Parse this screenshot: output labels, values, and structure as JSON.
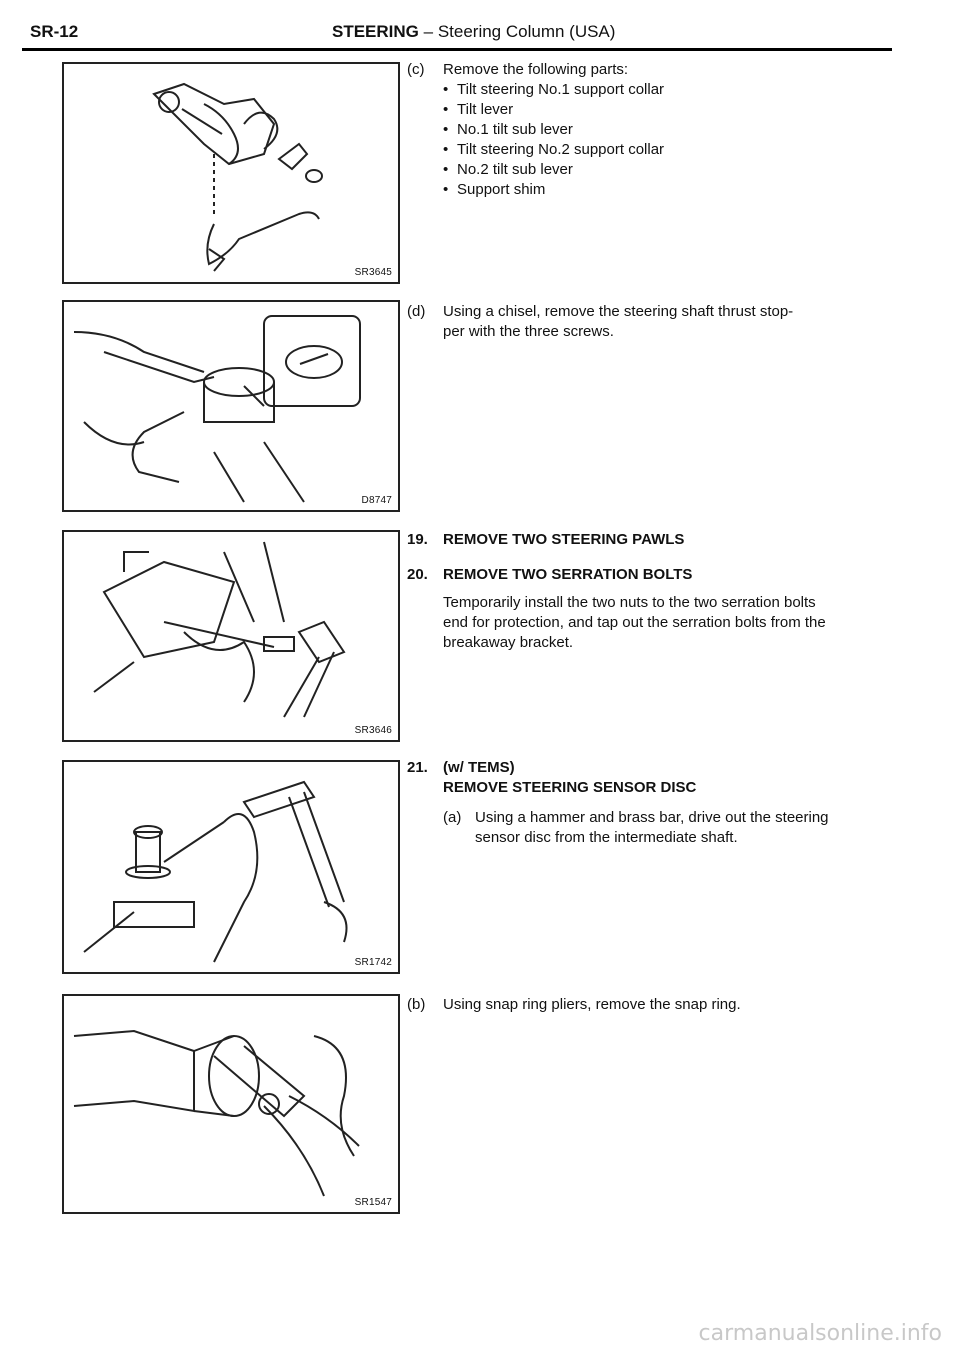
{
  "header": {
    "code": "SR-12",
    "section": "STEERING",
    "dash": " – ",
    "subtitle": "Steering Column (USA)"
  },
  "figures": [
    {
      "code": "SR3645"
    },
    {
      "code": "D8747"
    },
    {
      "code": "SR3646"
    },
    {
      "code": "SR1742"
    },
    {
      "code": "SR1547"
    }
  ],
  "step_c": {
    "label": "(c)",
    "text": "Remove the following parts:",
    "bullets": [
      "Tilt steering No.1 support collar",
      "Tilt lever",
      "No.1 tilt sub lever",
      "Tilt steering No.2 support collar",
      "No.2 tilt sub lever",
      "Support shim"
    ]
  },
  "step_d": {
    "label": "(d)",
    "line1": "Using a chisel, remove the steering shaft thrust stop-",
    "line2": "per with the three screws."
  },
  "step_19": {
    "num": "19.",
    "heading": "REMOVE TWO STEERING PAWLS"
  },
  "step_20": {
    "num": "20.",
    "heading": "REMOVE TWO SERRATION BOLTS",
    "line1": "Temporarily install the two nuts to the two serration bolts",
    "line2": "end for protection, and tap out the serration bolts from the",
    "line3": "breakaway bracket."
  },
  "step_21": {
    "num": "21.",
    "heading1": "(w/ TEMS)",
    "heading2": "REMOVE STEERING SENSOR DISC",
    "a_label": "(a)",
    "a_line1": "Using a hammer and brass bar, drive out the steering",
    "a_line2": "sensor disc from the intermediate shaft.",
    "b_label": "(b)",
    "b_text": "Using snap ring pliers, remove the snap ring."
  },
  "watermark": "carmanualsonline.info"
}
